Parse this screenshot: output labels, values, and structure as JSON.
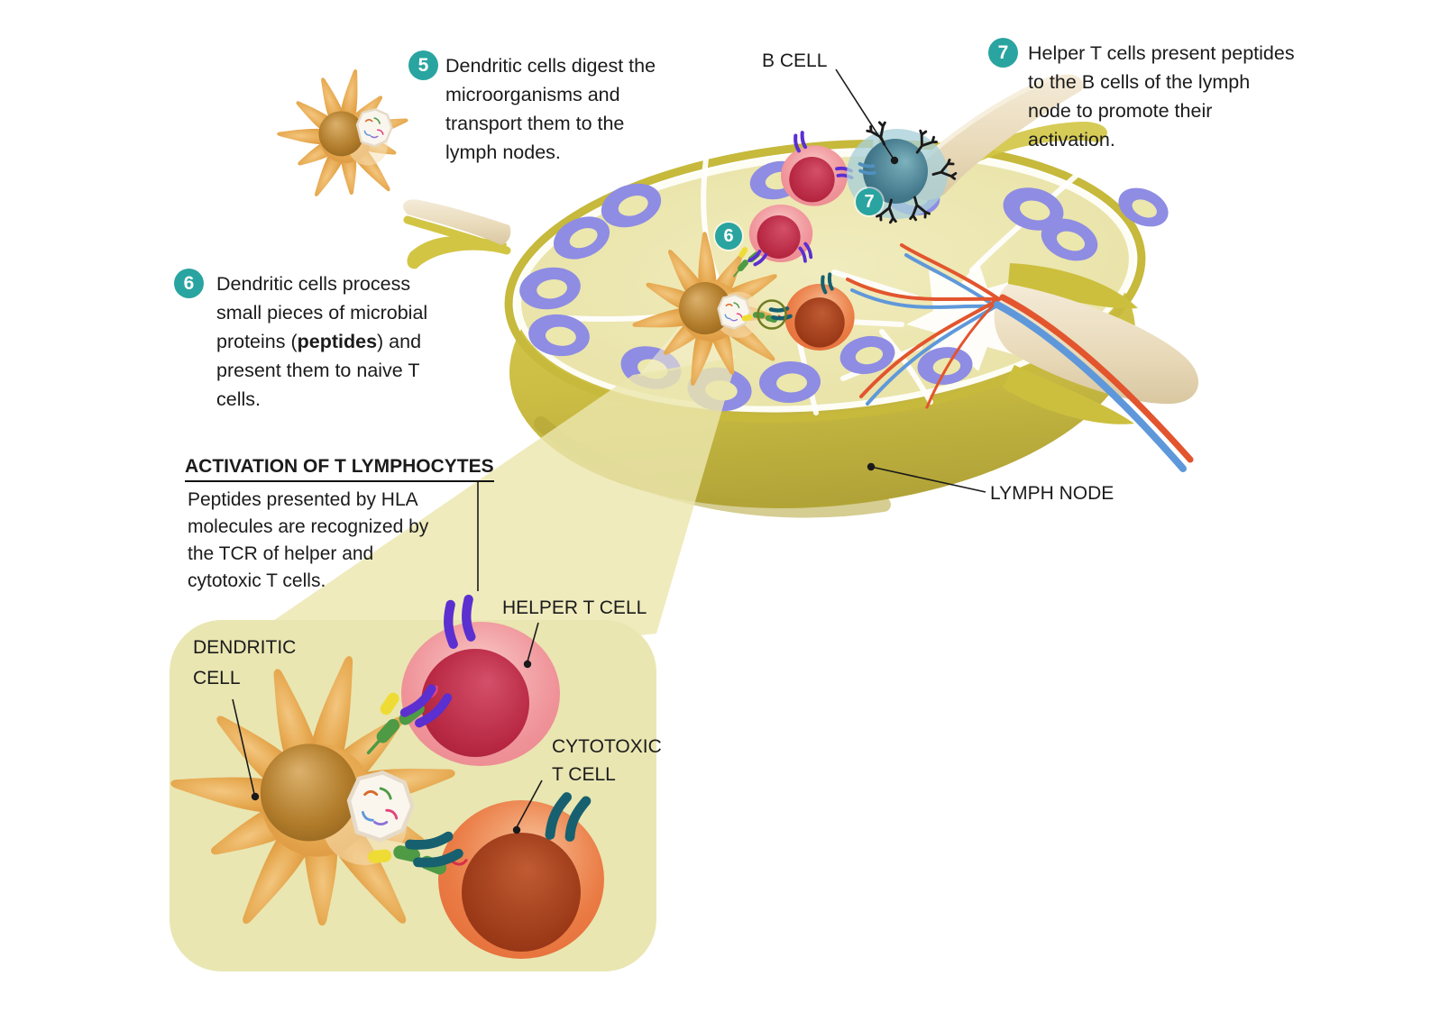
{
  "badges": {
    "step5": "5",
    "step6": "6",
    "step7": "7",
    "node6": "6",
    "node7": "7"
  },
  "step5": {
    "lines": [
      "Dendritic cells digest the",
      "microorganisms and",
      "transport them to the",
      "lymph nodes."
    ]
  },
  "step6": {
    "line1": "Dendritic cells process",
    "line2": "small pieces of microbial",
    "line3_pre": "proteins (",
    "line3_bold": "peptides",
    "line3_post": ") and",
    "line4": "present them to naive T",
    "line5": "cells."
  },
  "step7": {
    "lines": [
      "Helper T cells present peptides",
      "to the B cells of the lymph",
      "node to promote their",
      "activation."
    ]
  },
  "labels": {
    "b_cell": "B CELL",
    "lymph_node": "LYMPH NODE",
    "helper_t_cell": "HELPER T CELL",
    "cytotoxic_l1": "CYTOTOXIC",
    "cytotoxic_l2": "T CELL",
    "dendritic_l1": "DENDRITIC",
    "dendritic_l2": "CELL"
  },
  "inset_panel": {
    "heading": "ACTIVATION OF T LYMPHOCYTES",
    "body_lines": [
      "Peptides presented by HLA",
      "molecules are recognized by",
      "the TCR of helper and",
      "cytotoxic T cells."
    ]
  },
  "colors": {
    "accent_teal": "#2AA4A0",
    "node_yellow": "#D5C84C",
    "node_face": "#ECE7AD",
    "follicle_purple": "#8E8CE3",
    "inset_bg": "#E9E6B2",
    "helper_pink": "#EE9095",
    "helper_nucleus": "#C02C45",
    "cytotoxic_orange": "#E66E3B",
    "cytotoxic_nucleus": "#9C3A1B",
    "b_cell_teal": "#3B7386",
    "dendritic_orange": "#E49F44",
    "vessel_red": "#E2552E",
    "vessel_blue": "#5F98DA",
    "receptor_purple": "#5B2FD0",
    "receptor_teal": "#17606F"
  }
}
